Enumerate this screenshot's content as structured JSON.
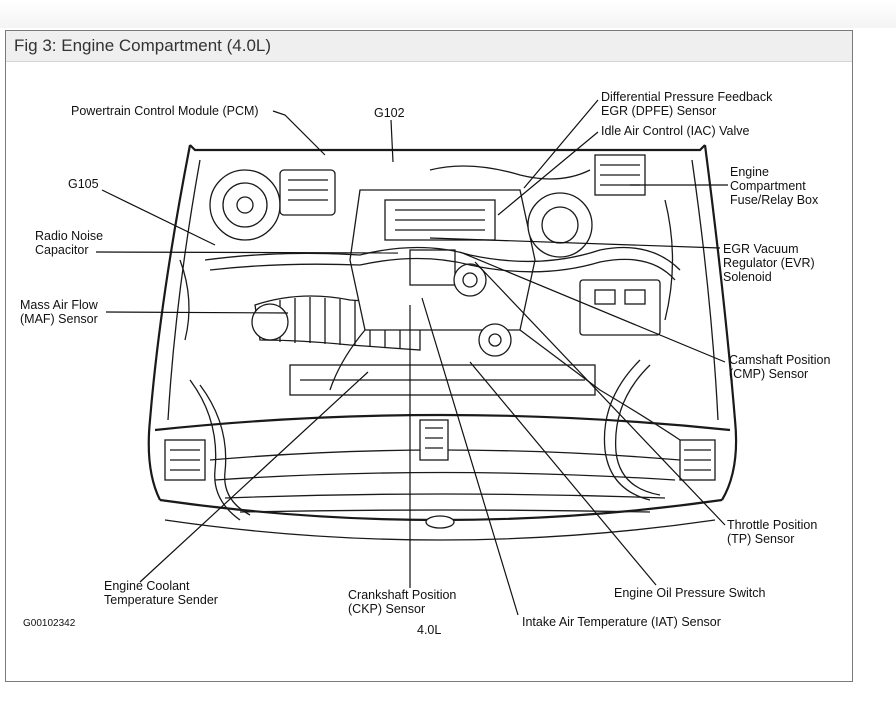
{
  "figure": {
    "title": "Fig 3: Engine Compartment (4.0L)",
    "code": "G00102342",
    "engine_label": "4.0L"
  },
  "callouts": {
    "pcm": "Powertrain Control Module (PCM)",
    "g102": "G102",
    "dpfe_1": "Differential Pressure Feedback",
    "dpfe_2": "EGR (DPFE) Sensor",
    "iac": "Idle Air Control (IAC) Valve",
    "g105": "G105",
    "fuse_1": "Engine",
    "fuse_2": "Compartment",
    "fuse_3": "Fuse/Relay Box",
    "radio_1": "Radio Noise",
    "radio_2": "Capacitor",
    "evr_1": "EGR Vacuum",
    "evr_2": "Regulator (EVR)",
    "evr_3": "Solenoid",
    "maf_1": "Mass Air Flow",
    "maf_2": "(MAF) Sensor",
    "cmp_1": "Camshaft Position",
    "cmp_2": "(CMP) Sensor",
    "tp_1": "Throttle Position",
    "tp_2": "(TP) Sensor",
    "ect_1": "Engine Coolant",
    "ect_2": "Temperature Sender",
    "ckp_1": "Crankshaft Position",
    "ckp_2": "(CKP) Sensor",
    "oil": "Engine Oil Pressure Switch",
    "iat": "Intake Air Temperature (IAT) Sensor"
  }
}
